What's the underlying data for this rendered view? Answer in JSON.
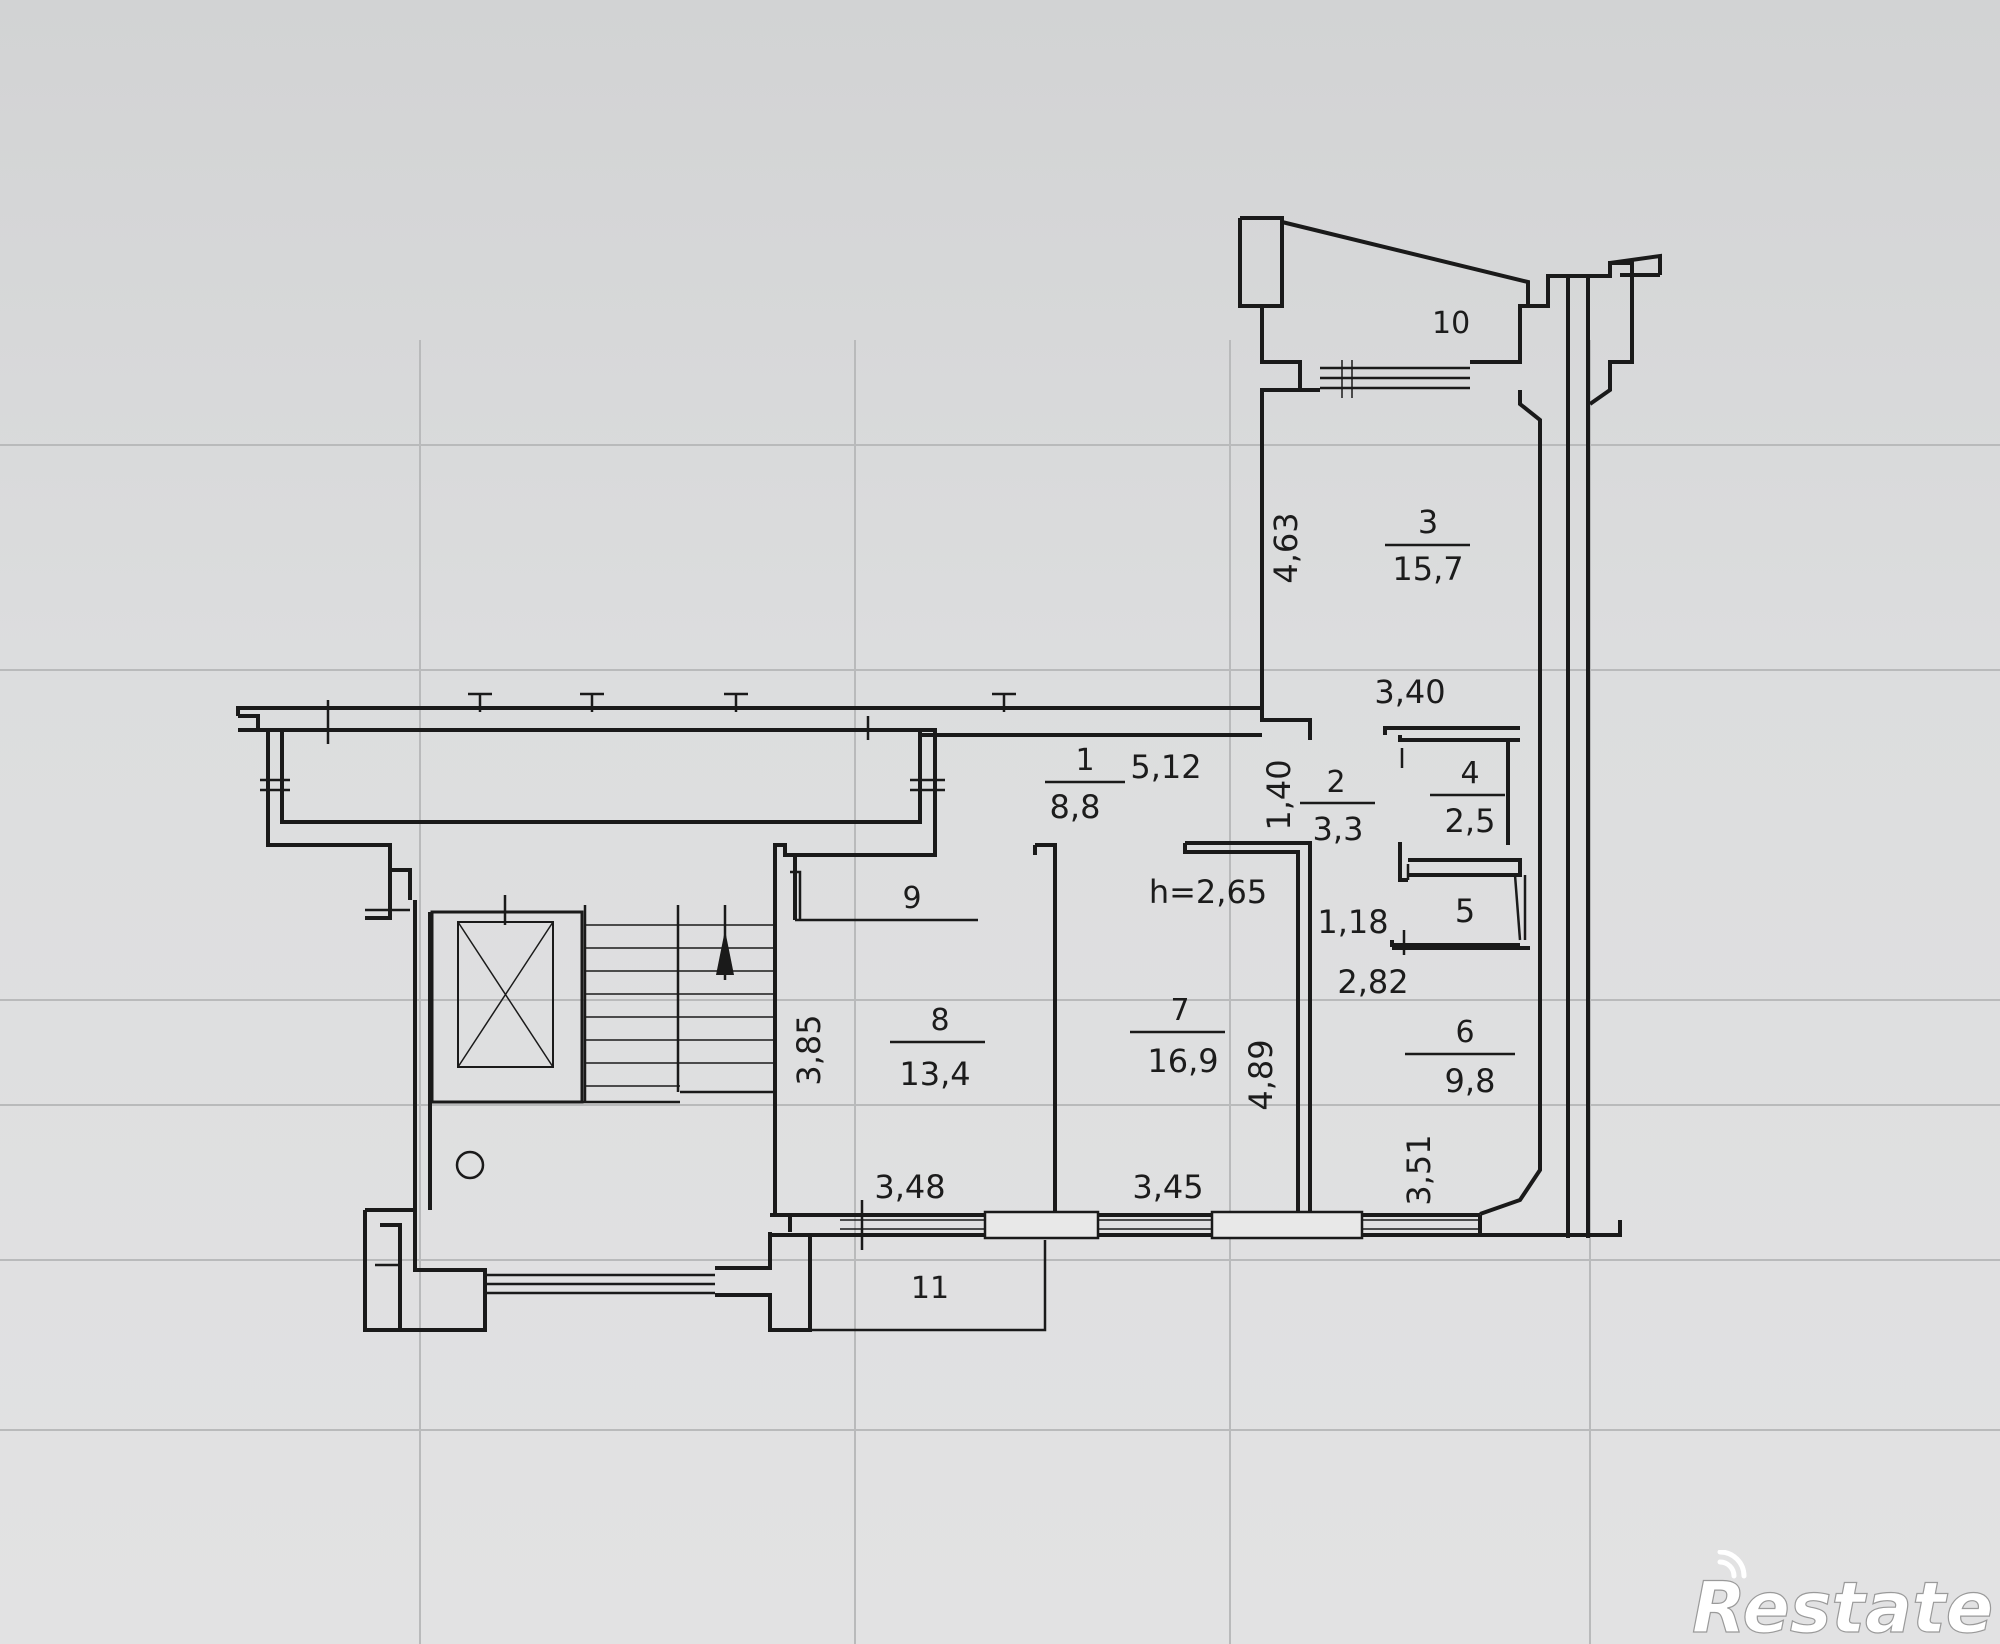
{
  "rooms": [
    {
      "id": "r1",
      "number": "1",
      "area": "8,8"
    },
    {
      "id": "r2",
      "number": "2",
      "area": "3,3"
    },
    {
      "id": "r3",
      "number": "3",
      "area": "15,7"
    },
    {
      "id": "r4",
      "number": "4",
      "area": "2,5"
    },
    {
      "id": "r5",
      "number": "5",
      "area": ""
    },
    {
      "id": "r6",
      "number": "6",
      "area": "9,8"
    },
    {
      "id": "r7",
      "number": "7",
      "area": "16,9"
    },
    {
      "id": "r8",
      "number": "8",
      "area": "13,4"
    },
    {
      "id": "r9",
      "number": "9",
      "area": ""
    },
    {
      "id": "r10",
      "number": "10",
      "area": ""
    },
    {
      "id": "r11",
      "number": "11",
      "area": ""
    }
  ],
  "dimensions": {
    "d463": "4,63",
    "d340": "3,40",
    "d512": "5,12",
    "d140": "1,40",
    "d265": "h=2,65",
    "d118": "1,18",
    "d282": "2,82",
    "d385": "3,85",
    "d489": "4,89",
    "d351": "3,51",
    "d348": "3,48",
    "d345": "3,45"
  },
  "watermark": {
    "brand": "Restate",
    "color": "#ffffff"
  }
}
